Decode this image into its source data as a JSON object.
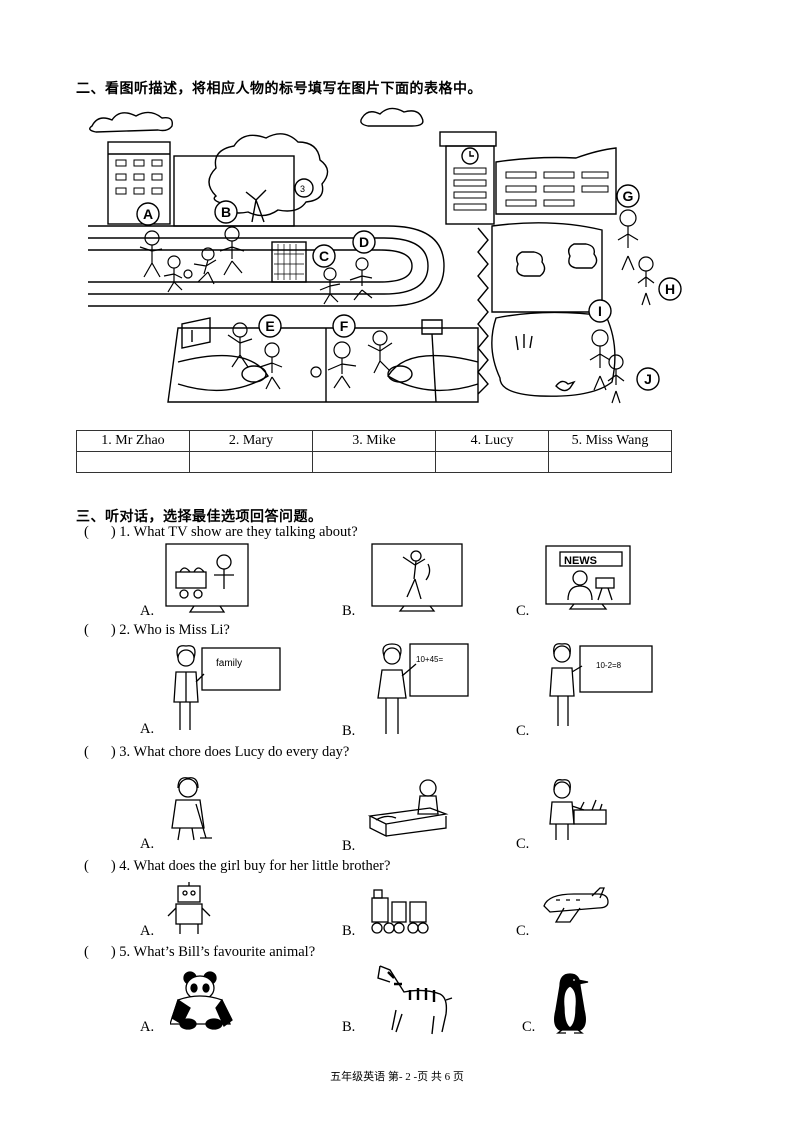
{
  "section2": {
    "title": "二、看图听描述，将相应人物的标号填写在图片下面的表格中。",
    "labels": [
      "A",
      "B",
      "C",
      "D",
      "E",
      "F",
      "G",
      "H",
      "I",
      "J"
    ],
    "table": [
      "1. Mr Zhao",
      "2. Mary",
      "3. Mike",
      "4. Lucy",
      "5. Miss Wang"
    ]
  },
  "section3": {
    "title": "三、听对话，选择最佳选项回答问题。",
    "questions": [
      {
        "text": ") 1. What TV show are they talking about?",
        "options": [
          "A.",
          "B.",
          "C."
        ],
        "icons": [
          "tv-cooking-show-icon",
          "tv-dancer-icon",
          "tv-news-icon"
        ],
        "image_text": [
          "",
          "",
          "NEWS"
        ]
      },
      {
        "text": ") 2. Who is Miss Li?",
        "options": [
          "A.",
          "B.",
          "C."
        ],
        "icons": [
          "teacher-board-family-icon",
          "teacher-board-addition-icon",
          "teacher-board-subtraction-icon"
        ],
        "image_text": [
          "family",
          "10+45=",
          "10-2=8"
        ]
      },
      {
        "text": ") 3. What chore does Lucy do every day?",
        "options": [
          "A.",
          "B.",
          "C."
        ],
        "icons": [
          "girl-sweeping-icon",
          "girl-making-bed-icon",
          "girl-washing-dishes-icon"
        ]
      },
      {
        "text": ") 4. What does the girl buy for her little brother?",
        "options": [
          "A.",
          "B.",
          "C."
        ],
        "icons": [
          "robot-toy-icon",
          "toy-train-icon",
          "toy-plane-icon"
        ]
      },
      {
        "text": ") 5. What’s Bill’s favourite animal?",
        "options": [
          "A.",
          "B.",
          "C."
        ],
        "icons": [
          "panda-icon",
          "zebra-icon",
          "penguin-icon"
        ]
      }
    ],
    "paren": "("
  },
  "footer": {
    "text": "五年级英语  第- 2 -页  共 6 页"
  }
}
